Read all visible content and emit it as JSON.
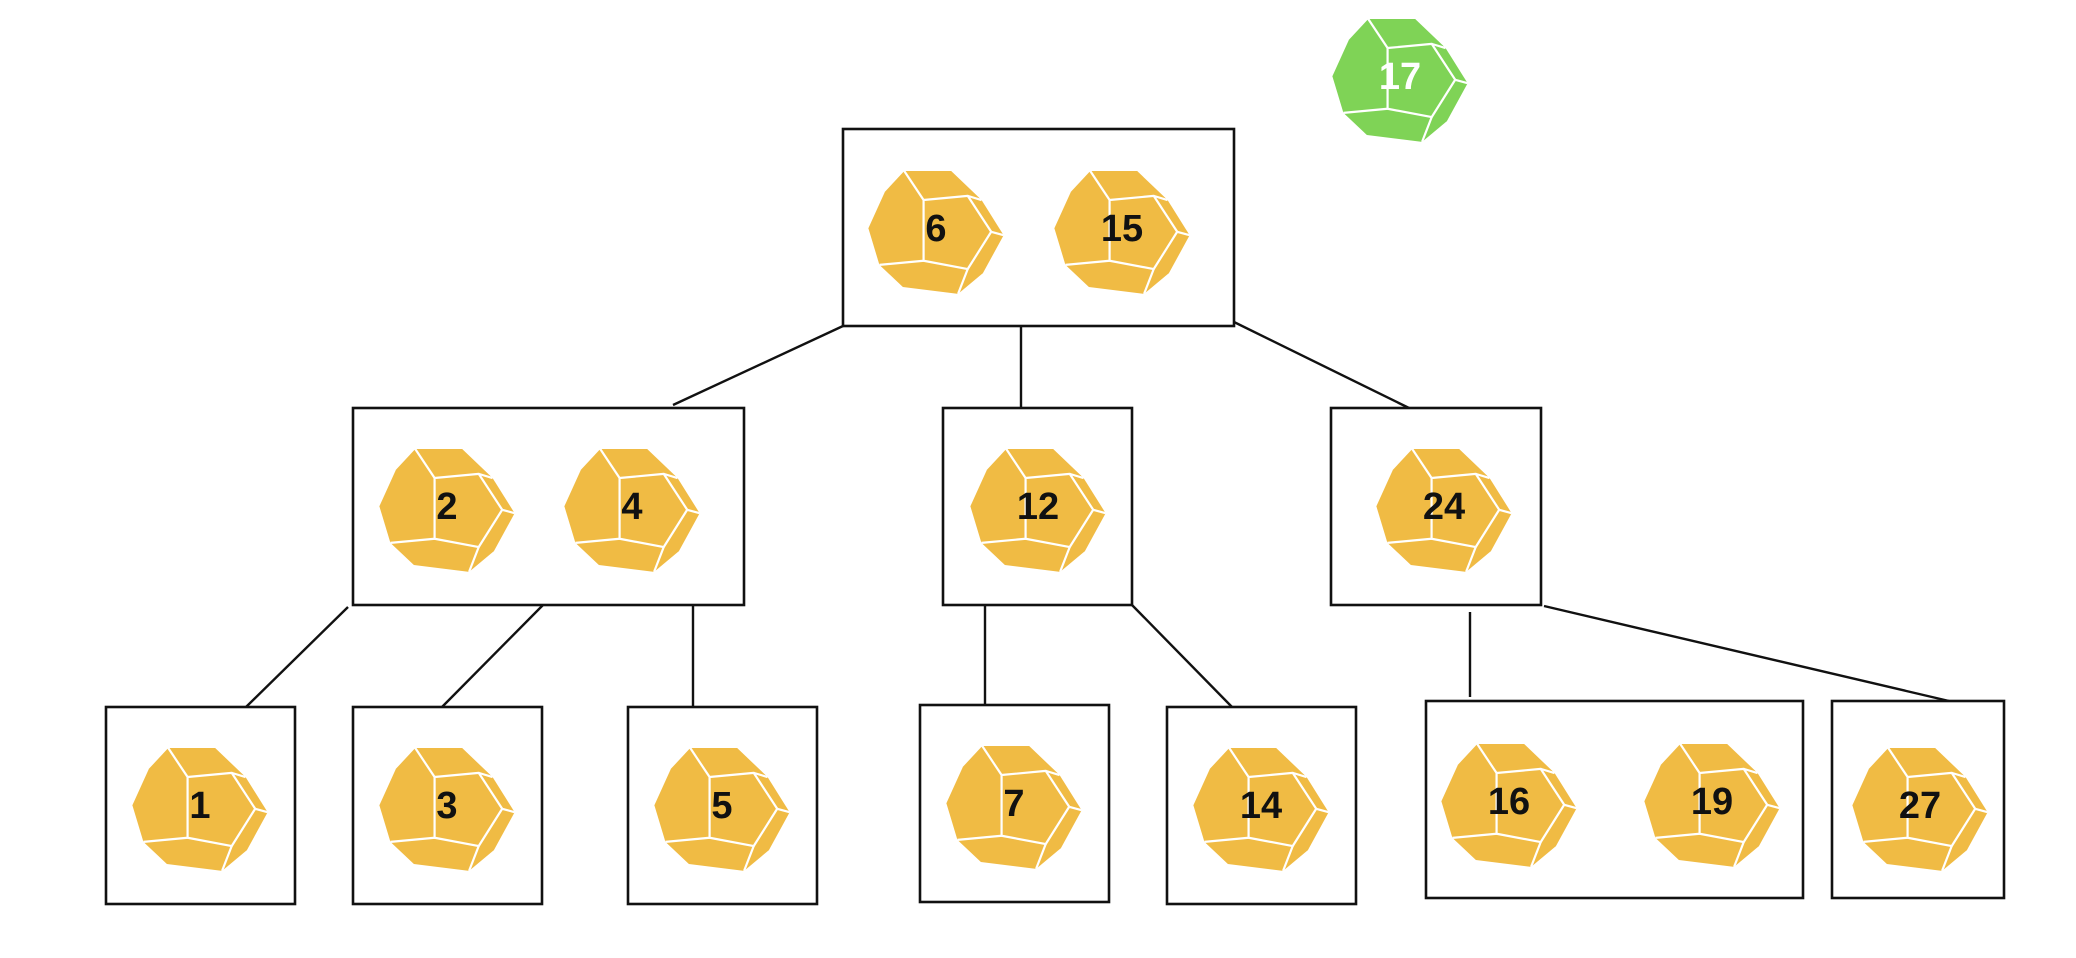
{
  "colors": {
    "key_fill": "#F0BB44",
    "key_text": "#111111",
    "inserted_fill": "#7FD356",
    "inserted_text": "#ffffff",
    "line": "#111111"
  },
  "icon": "dodecahedron-die-icon",
  "inserted_key": {
    "label": "17"
  },
  "tree": {
    "root": {
      "keys": [
        "6",
        "15"
      ]
    },
    "level1": [
      {
        "keys": [
          "2",
          "4"
        ]
      },
      {
        "keys": [
          "12"
        ]
      },
      {
        "keys": [
          "24"
        ]
      }
    ],
    "level2": [
      {
        "keys": [
          "1"
        ]
      },
      {
        "keys": [
          "3"
        ]
      },
      {
        "keys": [
          "5"
        ]
      },
      {
        "keys": [
          "7"
        ]
      },
      {
        "keys": [
          "14"
        ]
      },
      {
        "keys": [
          "16",
          "19"
        ]
      },
      {
        "keys": [
          "27"
        ]
      }
    ]
  }
}
